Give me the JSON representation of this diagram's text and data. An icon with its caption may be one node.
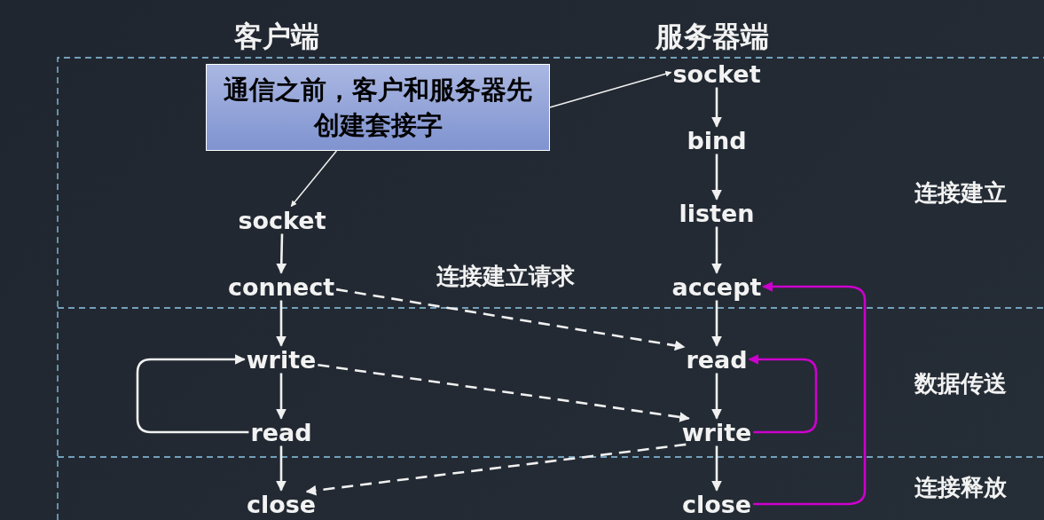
{
  "diagram": {
    "nodes": [
      {
        "text": [
          "通信之前，客户和服务器先创建套接字"
        ]
      },
      {
        "text": [
          "socket"
        ]
      },
      {
        "text": [
          "connect"
        ]
      },
      {
        "text": [
          "write"
        ]
      },
      {
        "text": [
          "read"
        ]
      },
      {
        "text": [
          "close"
        ]
      },
      {
        "text": [
          "socket"
        ]
      },
      {
        "text": [
          "bind"
        ]
      },
      {
        "text": [
          "listen"
        ]
      },
      {
        "text": [
          "accept"
        ]
      },
      {
        "text": [
          "read"
        ]
      },
      {
        "text": [
          "write"
        ]
      },
      {
        "text": [
          "close"
        ]
      }
    ],
    "edges": [
      {
        "from": 0,
        "to": 6,
        "arrow": "to"
      },
      {
        "from": 0,
        "to": 1,
        "arrow": "to"
      },
      {
        "from": 1,
        "to": 2,
        "arrow": "to"
      },
      {
        "from": 2,
        "to": 3,
        "arrow": "to"
      },
      {
        "from": 3,
        "to": 4,
        "arrow": "to"
      },
      {
        "from": 4,
        "to": 5,
        "arrow": "to"
      },
      {
        "from": 6,
        "to": 7,
        "arrow": "to"
      },
      {
        "from": 7,
        "to": 8,
        "arrow": "to"
      },
      {
        "from": 8,
        "to": 9,
        "arrow": "to"
      },
      {
        "from": 9,
        "to": 10,
        "arrow": "to"
      },
      {
        "from": 10,
        "to": 11,
        "arrow": "to"
      },
      {
        "from": 11,
        "to": 12,
        "arrow": "to"
      },
      {
        "from": 2,
        "to": 10,
        "arrow": "to",
        "style": "dashed",
        "label": "连接建立请求"
      },
      {
        "from": 3,
        "to": 11,
        "arrow": "to",
        "style": "dashed"
      },
      {
        "from": 11,
        "to": 5,
        "arrow": "to",
        "style": "dashed"
      },
      {
        "from": 4,
        "to": 3,
        "arrow": "to"
      },
      {
        "from": 11,
        "to": 10,
        "arrow": "to",
        "color": "#cc00cc"
      },
      {
        "from": 12,
        "to": 9,
        "arrow": "to",
        "color": "#cc00cc"
      }
    ],
    "labels": [
      "客户端",
      "服务器端",
      "连接建立",
      "数据传送",
      "连接释放"
    ]
  }
}
